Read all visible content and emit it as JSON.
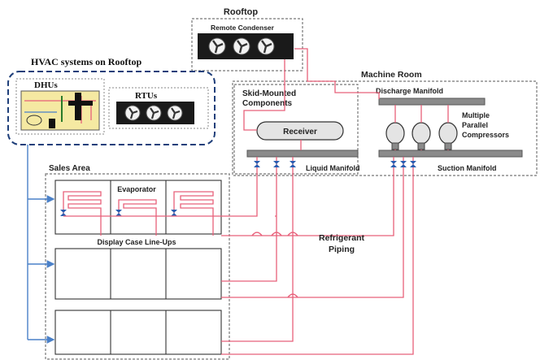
{
  "labels": {
    "rooftop": "Rooftop",
    "remote_condenser": "Remote Condenser",
    "hvac_title": "HVAC systems on Rooftop",
    "dhus": "DHUs",
    "rtus": "RTUs",
    "machine_room": "Machine Room",
    "skid_mounted_1": "Skid-Mounted",
    "skid_mounted_2": "Components",
    "discharge_manifold": "Discharge Manifold",
    "receiver": "Receiver",
    "compressors_1": "Multiple",
    "compressors_2": "Parallel",
    "compressors_3": "Compressors",
    "liquid_manifold": "Liquid Manifold",
    "suction_manifold": "Suction Manifold",
    "sales_area": "Sales Area",
    "evaporator": "Evaporator",
    "display_case_lineups": "Display Case Line-Ups",
    "refrigerant_1": "Refrigerant",
    "refrigerant_2": "Piping"
  },
  "colors": {
    "refrigerant_pipe": "#e8607a",
    "air_supply": "#4a80c8",
    "hvac_border": "#1f3f7a",
    "valve": "#2a5db0",
    "fan_unit": "#1a1a1a"
  }
}
